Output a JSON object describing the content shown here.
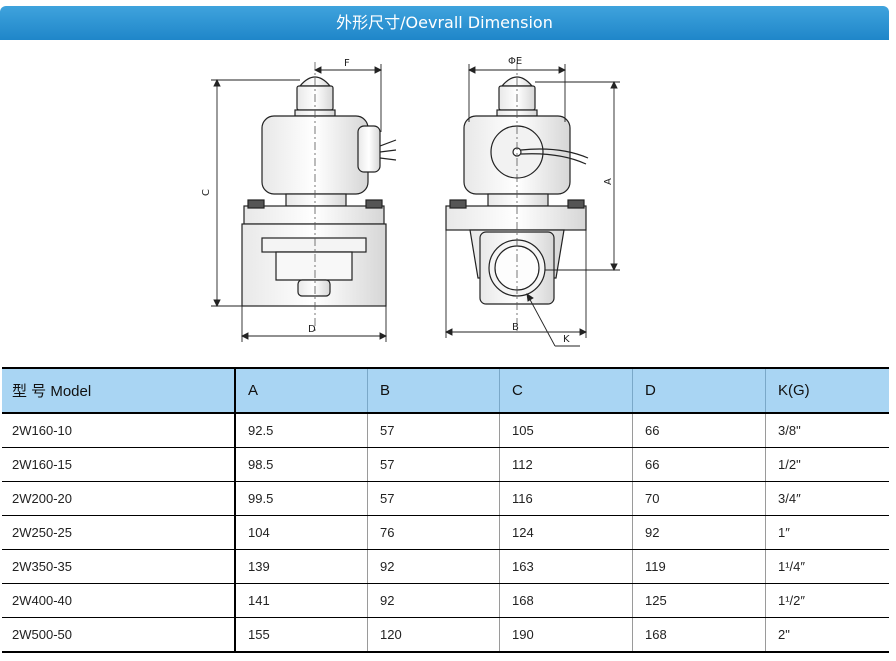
{
  "banner": {
    "title": "外形尺寸/Oevrall Dimension"
  },
  "drawing": {
    "front_labels": {
      "F": "F",
      "C": "C",
      "D": "D"
    },
    "side_labels": {
      "E": "ΦE",
      "A": "A",
      "B": "B",
      "K": "K"
    }
  },
  "table": {
    "headers": [
      "型 号 Model",
      "A",
      "B",
      "C",
      "D",
      "K(G)"
    ],
    "rows": [
      [
        "2W160-10",
        "92.5",
        "57",
        "105",
        "66",
        "3/8\""
      ],
      [
        "2W160-15",
        "98.5",
        "57",
        "112",
        "66",
        "1/2\""
      ],
      [
        "2W200-20",
        "99.5",
        "57",
        "116",
        "70",
        "3/4″"
      ],
      [
        "2W250-25",
        "104",
        "76",
        "124",
        "92",
        "1″"
      ],
      [
        "2W350-35",
        "139",
        "92",
        "163",
        "119",
        "1¹/4″"
      ],
      [
        "2W400-40",
        "141",
        "92",
        "168",
        "125",
        "1¹/2″"
      ],
      [
        "2W500-50",
        "155",
        "120",
        "190",
        "168",
        "2\""
      ]
    ]
  }
}
